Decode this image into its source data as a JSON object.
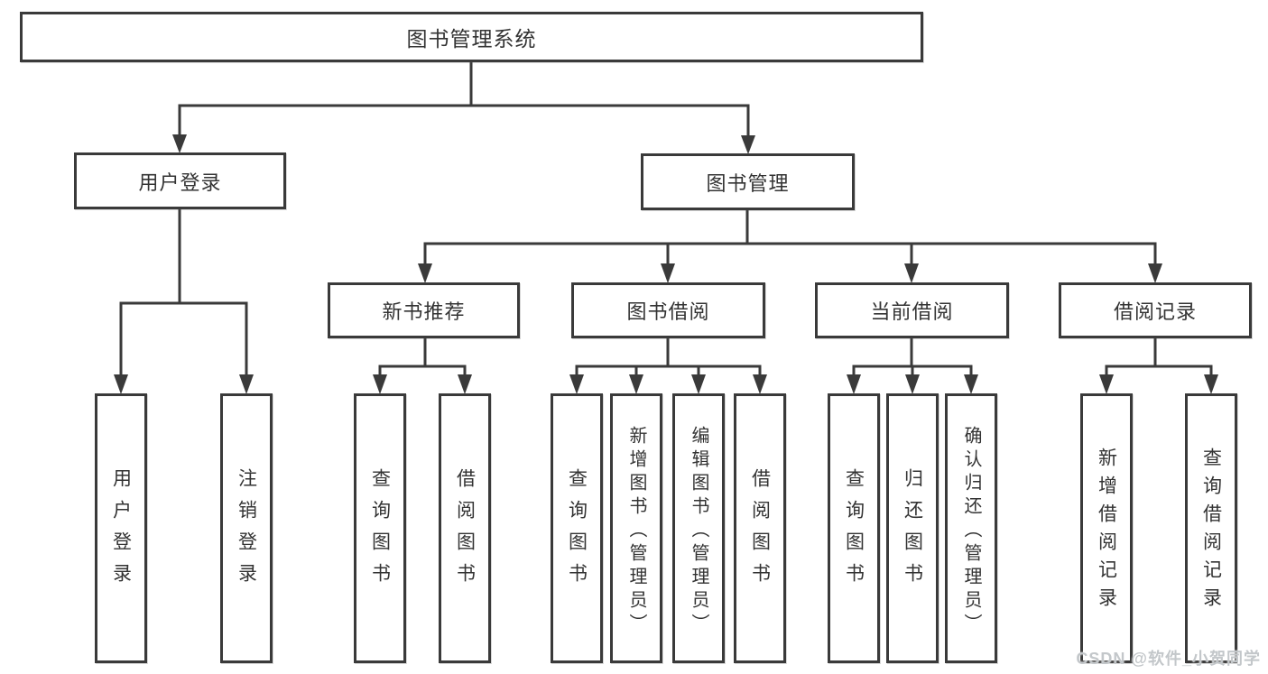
{
  "diagram": {
    "root": {
      "label": "图书管理系统"
    },
    "level2": [
      {
        "label": "用户登录"
      },
      {
        "label": "图书管理"
      }
    ],
    "level3": [
      {
        "label": "新书推荐"
      },
      {
        "label": "图书借阅"
      },
      {
        "label": "当前借阅"
      },
      {
        "label": "借阅记录"
      }
    ],
    "leaves": {
      "user_login": [
        "用户登录",
        "注销登录"
      ],
      "new_book_recommend": [
        "查询图书",
        "借阅图书"
      ],
      "book_borrow": [
        "查询图书",
        "新增图书（管理员）",
        "编辑图书（管理员）",
        "借阅图书"
      ],
      "current_borrow": [
        "查询图书",
        "归还图书",
        "确认归还（管理员）"
      ],
      "borrow_records": [
        "新增借阅记录",
        "查询借阅记录"
      ]
    }
  },
  "watermark": {
    "text": "CSDN @软件_小贺同学"
  },
  "colors": {
    "line": "#3a3a3a",
    "text": "#333333",
    "background": "#ffffff",
    "watermark": "#c3c7ca"
  }
}
